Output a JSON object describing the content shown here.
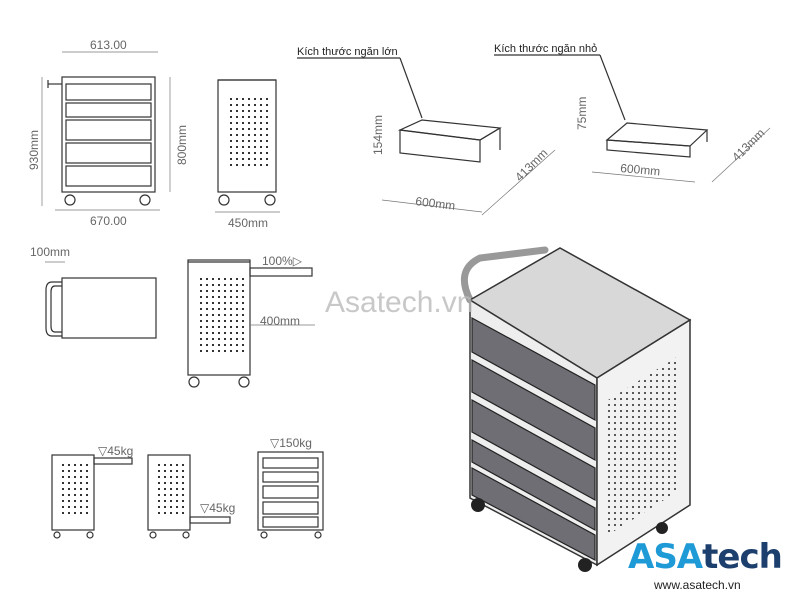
{
  "front_view": {
    "width_top": "613.00",
    "height_total": "930mm",
    "height_body": "800mm",
    "width_bottom": "670.00"
  },
  "side_view": {
    "depth": "450mm"
  },
  "large_drawer": {
    "label": "Kích thước ngăn lớn",
    "height": "154mm",
    "width": "600mm",
    "depth": "413mm"
  },
  "small_drawer": {
    "label": "Kích thước ngăn nhỏ",
    "height": "75mm",
    "width": "600mm",
    "depth": "413mm"
  },
  "top_view": {
    "handle": "100mm"
  },
  "extension_view": {
    "extension": "100%▷",
    "travel": "400mm"
  },
  "load_views": {
    "drawer_load_1": "▽45kg",
    "drawer_load_2": "▽45kg",
    "top_load": "▽150kg"
  },
  "watermark": "Asatech.vn",
  "brand": {
    "logo_part1": "ASA",
    "logo_part2": "tech",
    "url": "www.asatech.vn",
    "color_primary": "#1e9ad6",
    "color_secondary": "#1c3f6e"
  }
}
